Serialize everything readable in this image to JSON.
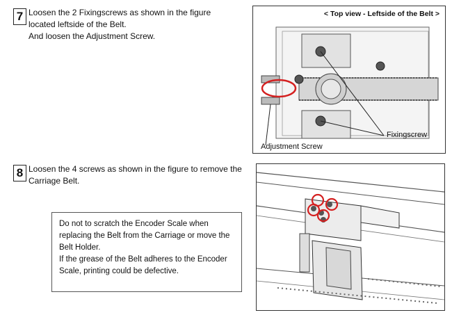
{
  "step7": {
    "number": "7",
    "lines": [
      "Loosen the 2 Fixingscrews as shown in the figure",
      "located leftside of the Belt.",
      "And loosen the Adjustment Screw."
    ],
    "figure": {
      "caption": "< Top view   - Leftside of the Belt >",
      "label_fixingscrew": "Fixingscrew",
      "label_adjustment": "Adjustment Screw"
    }
  },
  "step8": {
    "number": "8",
    "lines": [
      "Loosen the 4 screws as shown in the figure to remove the",
      "Carriage Belt."
    ]
  },
  "caution": {
    "lines": [
      "Do not to scratch the Encoder Scale when",
      "replacing the Belt from the Carriage or move the",
      "Belt Holder.",
      "If the grease of the Belt adheres to the Encoder",
      "Scale, printing could be defective."
    ]
  },
  "colors": {
    "highlight": "#d42020",
    "line": "#333333",
    "fill": "#e4e4e4"
  }
}
